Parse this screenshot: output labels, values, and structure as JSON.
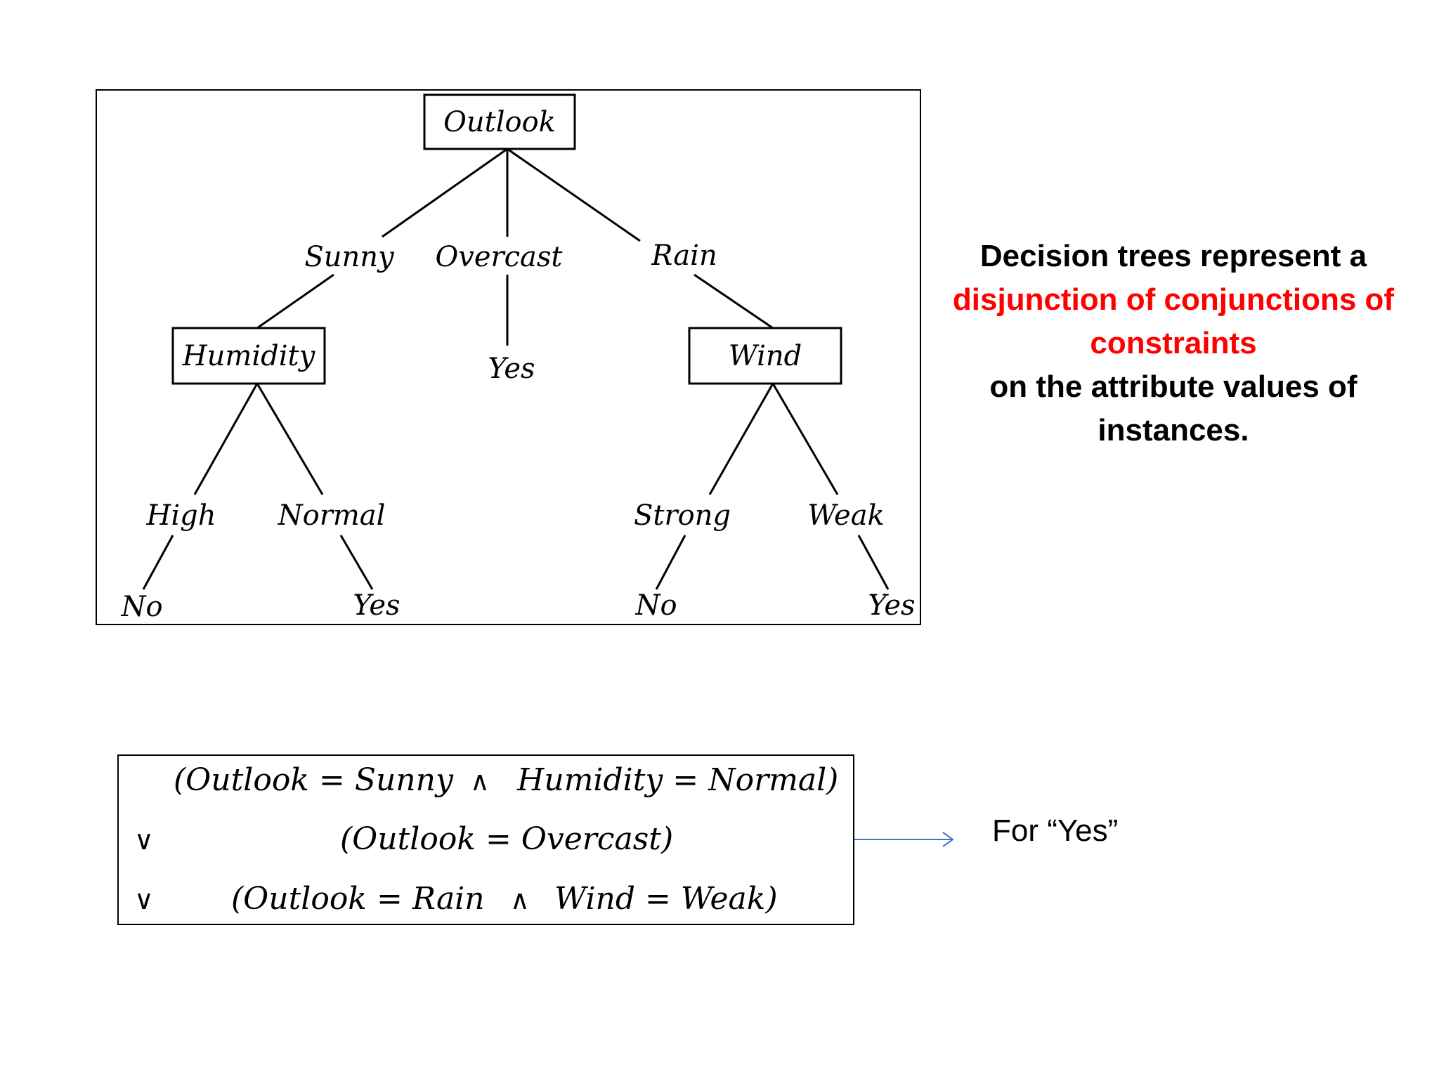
{
  "tree": {
    "root": "Outlook",
    "branches": {
      "sunny": "Sunny",
      "overcast": "Overcast",
      "rain": "Rain"
    },
    "humidity": "Humidity",
    "overcast_leaf": "Yes",
    "wind": "Wind",
    "humidity_branches": {
      "high": "High",
      "normal": "Normal"
    },
    "humidity_leaves": {
      "high": "No",
      "normal": "Yes"
    },
    "wind_branches": {
      "strong": "Strong",
      "weak": "Weak"
    },
    "wind_leaves": {
      "strong": "No",
      "weak": "Yes"
    }
  },
  "description": {
    "line1": "Decision trees represent a",
    "red_line1": "disjunction of conjunctions of",
    "red_line2": "constraints",
    "line3": "on the attribute values of",
    "line4": "instances."
  },
  "formula": {
    "row1_left": "(Outlook = Sunny",
    "row1_and": "∧",
    "row1_right": "Humidity = Normal)",
    "row2_or": "∨",
    "row2": "(Outlook = Overcast)",
    "row3_or": "∨",
    "row3_left": "(Outlook = Rain",
    "row3_and": "∧",
    "row3_right": "Wind = Weak)"
  },
  "for_yes": "For “Yes”",
  "colors": {
    "highlight": "#ff0000",
    "arrow": "#4472c4"
  }
}
